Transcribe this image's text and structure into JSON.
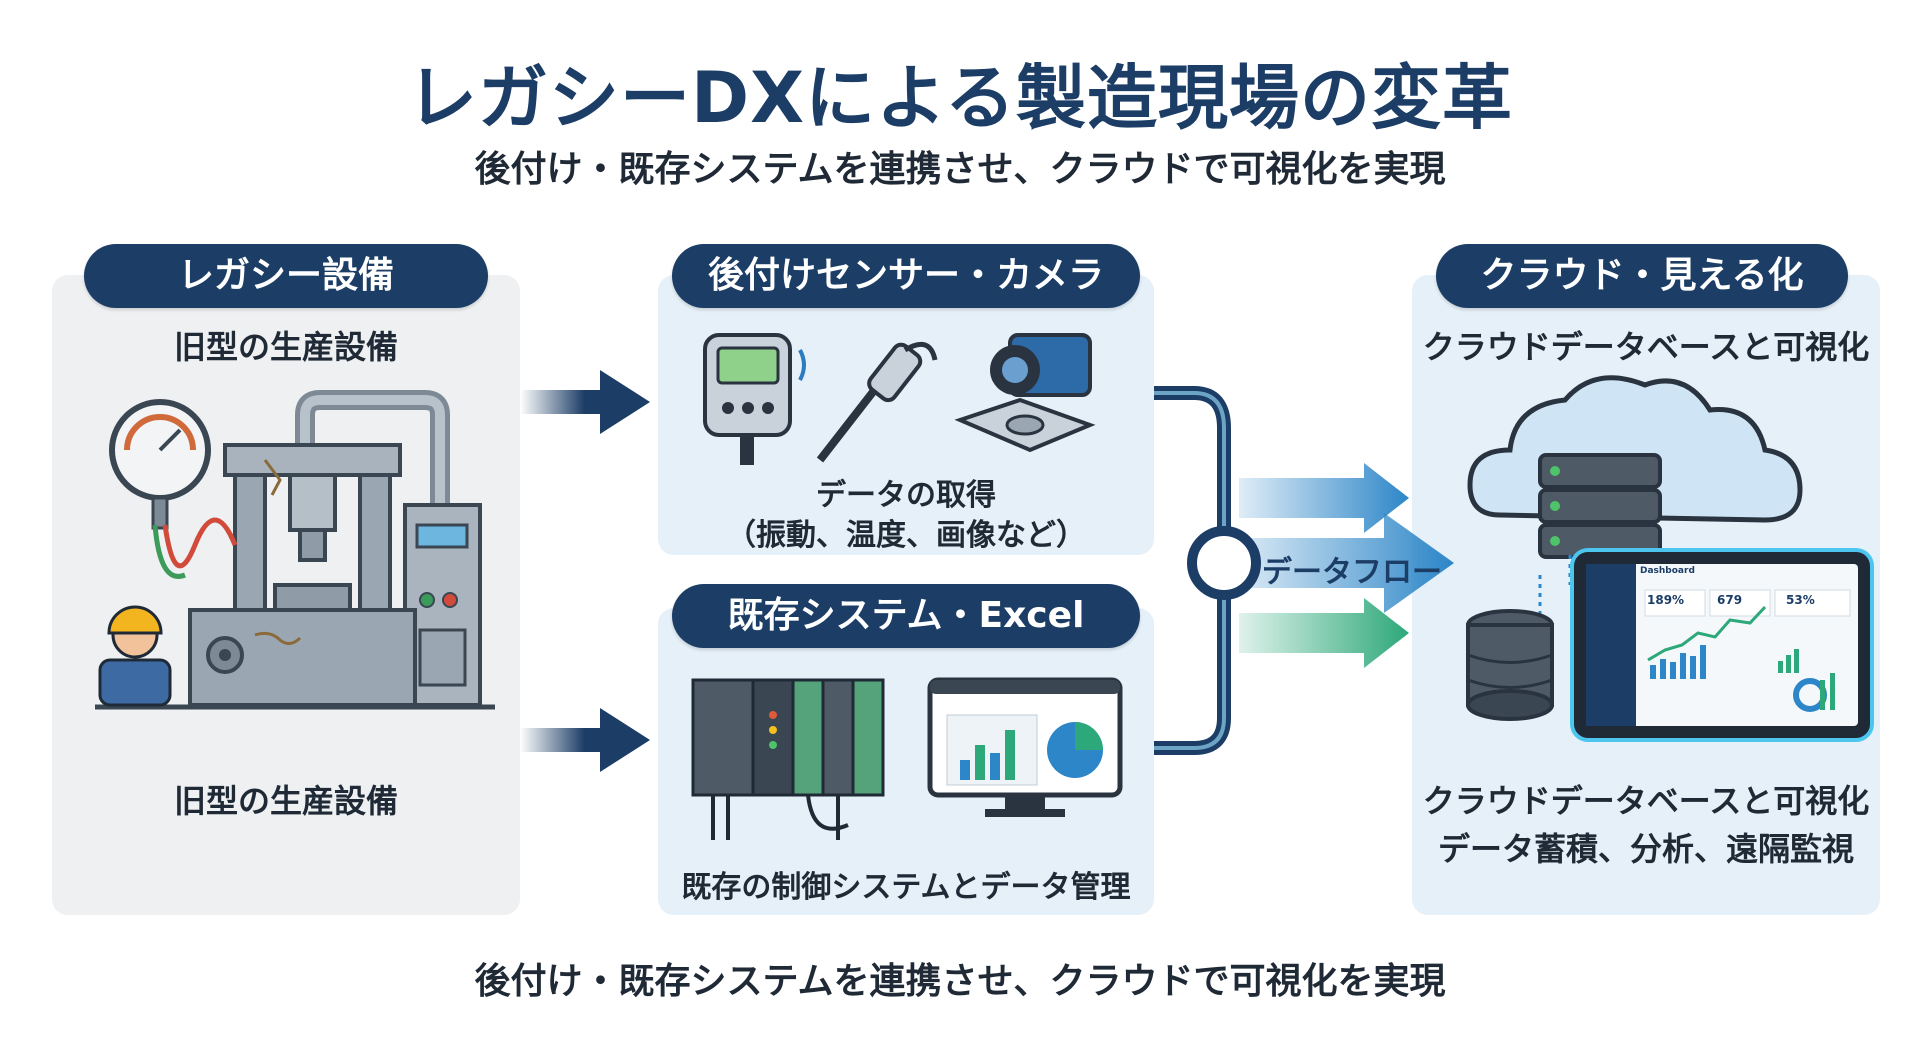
{
  "header": {
    "title": "レガシーDXによる製造現場の変革",
    "subtitle": "後付け・既存システムを連携させ、クラウドで可視化を実現"
  },
  "legacy": {
    "pill": "レガシー設備",
    "caption_top": "旧型の生産設備",
    "caption_bottom": "旧型の生産設備"
  },
  "sensors": {
    "pill": "後付けセンサー・カメラ",
    "caption_line1": "データの取得",
    "caption_line2": "（振動、温度、画像など）"
  },
  "existing": {
    "pill": "既存システム・Excel",
    "caption": "既存の制御システムとデータ管理"
  },
  "flow": {
    "label": "データフロー"
  },
  "cloud": {
    "pill": "クラウド・見える化",
    "caption_top": "クラウドデータベースと可視化",
    "caption_bottom_line1": "クラウドデータベースと可視化",
    "caption_bottom_line2": "データ蓄積、分析、遠隔監視"
  },
  "dashboard": {
    "title": "Dashboard",
    "kpi": [
      "189%",
      "679",
      "53%"
    ]
  },
  "footer": {
    "text": "後付け・既存システムを連携させ、クラウドで可視化を実現"
  },
  "colors": {
    "navy": "#1b3d66",
    "flow_blue": "#2d86c8",
    "flow_green": "#2da87a",
    "panel_blue": "#e6f0f8",
    "panel_gray": "#eef0f2"
  }
}
